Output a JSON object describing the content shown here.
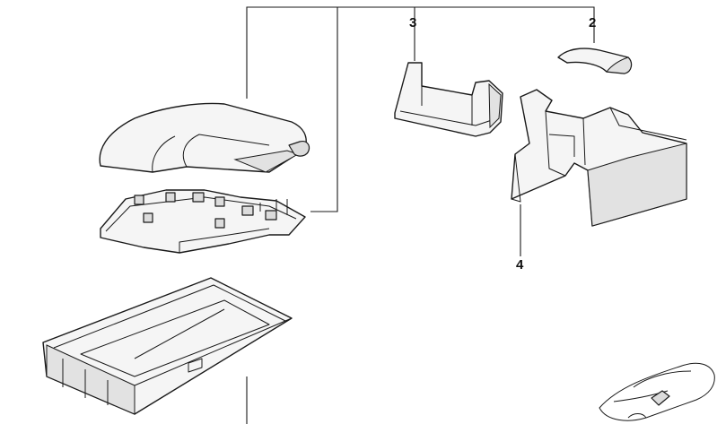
{
  "callouts": {
    "part_2": "2",
    "part_3": "3",
    "part_4": "4"
  },
  "colors": {
    "line": "#1a1a1a",
    "fill": "#f5f5f5",
    "shade": "#dcdcdc"
  }
}
